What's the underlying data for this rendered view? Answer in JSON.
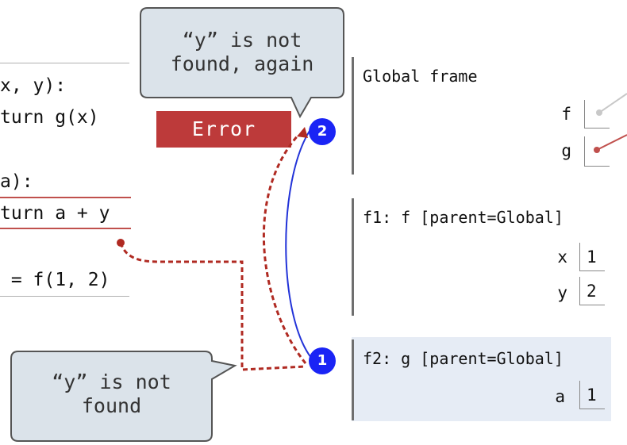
{
  "code": {
    "lines": [
      "x, y):",
      "turn g(x)",
      "a):",
      "turn a + y",
      " = f(1, 2)"
    ]
  },
  "error_label": "Error",
  "callouts": {
    "top": [
      "“y” is not",
      "found, again"
    ],
    "bottom": [
      "“y” is not",
      "found"
    ]
  },
  "steps": [
    "1",
    "2"
  ],
  "frames": {
    "global": {
      "title": "Global frame",
      "vars": [
        {
          "name": "f"
        },
        {
          "name": "g"
        }
      ]
    },
    "f1": {
      "title": "f1: f [parent=Global]",
      "vars": [
        {
          "name": "x",
          "value": "1"
        },
        {
          "name": "y",
          "value": "2"
        }
      ]
    },
    "f2": {
      "title": "f2: g [parent=Global]",
      "vars": [
        {
          "name": "a",
          "value": "1"
        }
      ]
    }
  },
  "colors": {
    "error": "#bd3a3a",
    "step_marker": "#1a24f5",
    "callout_fill": "#dbe3ea",
    "frame_highlight": "#e6ecf5"
  }
}
